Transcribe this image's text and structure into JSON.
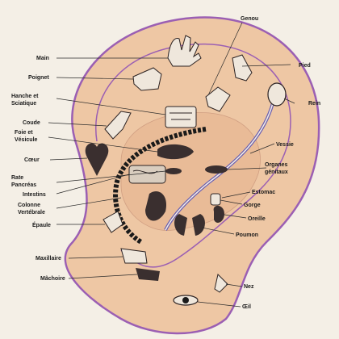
{
  "colors": {
    "background": "#f4efe6",
    "ear_fill": "#eec7a4",
    "ear_inner": "#e9b995",
    "ear_outline": "#9b5fb3",
    "meridian": "#6b5fb0"
  },
  "labels": {
    "genou": "Genou",
    "main": "Main",
    "pied": "Pied",
    "poignet": "Poignet",
    "rein": "Rein",
    "hanche": "Hanche et",
    "sciatique": "Sciatique",
    "coude": "Coude",
    "foie": "Foie et",
    "vesicule": "Vésicule",
    "vessie": "Vessie",
    "coeur": "Cœur",
    "organes": "Organes",
    "genitaux": "génitaux",
    "rate": "Rate",
    "pancreas": "Pancréas",
    "estomac": "Estomac",
    "intestins": "Intestins",
    "gorge": "Gorge",
    "colonne": "Colonne",
    "vertebrale": "Vertébrale",
    "oreille": "Oreille",
    "epaule": "Épaule",
    "poumon": "Poumon",
    "maxillaire": "Maxillaire",
    "machoire": "Mâchoire",
    "nez": "Nez",
    "oeil": "Œil"
  },
  "icons": [
    "hand-icon",
    "foot-icon",
    "wrist-icon",
    "kidney-icon",
    "pelvis-icon",
    "elbow-icon",
    "liver-icon",
    "bladder-icon",
    "heart-icon",
    "genitals-icon",
    "pancreas-icon",
    "stomach-icon",
    "intestines-icon",
    "throat-icon",
    "spine-icon",
    "ear-icon",
    "shoulder-icon",
    "lungs-icon",
    "maxilla-icon",
    "jaw-icon",
    "nose-icon",
    "eye-icon"
  ]
}
